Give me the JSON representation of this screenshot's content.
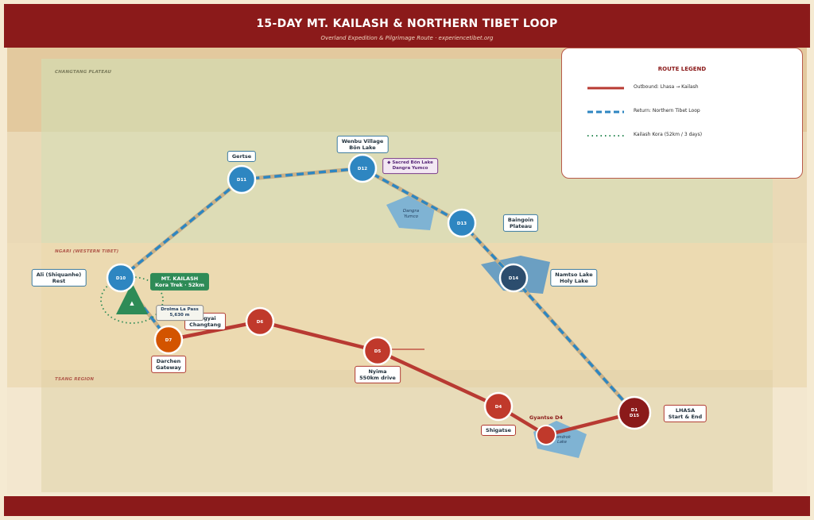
{
  "header": {
    "title": "15-DAY MT. KAILASH & NORTHERN TIBET LOOP",
    "subtitle": "Overland Expedition & Pilgrimage Route  ·  experiencetibet.org"
  },
  "regions": {
    "changtang": "CHANGTANG PLATEAU",
    "ngari": "NGARI (WESTERN TIBET)",
    "tsang": "TSANG REGION"
  },
  "legend": {
    "title": "ROUTE LEGEND",
    "outbound": "Outbound: Lhasa → Kailash",
    "return": "Return: Northern Tibet Loop",
    "kora": "Kailash Kora (52km / 3 days)"
  },
  "colors": {
    "outbound": "#b83a32",
    "return": "#2e86c1",
    "kora": "#2e8b57",
    "header": "#8b1a1a"
  },
  "lakes": {
    "dangra": "Dangra Yumco",
    "yamdrok": "Yamdrok Lake"
  },
  "stops": {
    "d1": "D1 D15",
    "d4": "D4",
    "gyantse_dot": "",
    "d5": "D5",
    "d6": "D6",
    "d7": "D7",
    "d10": "D10",
    "d11": "D11",
    "d12": "D12",
    "d13": "D13",
    "d14": "D14"
  },
  "labels": {
    "lhasa": "LHASA\nStart & End",
    "gyantse": "Gyantse  D4",
    "shigatse": "Shigatse",
    "nyima": "Nyima\n550km drive",
    "gegyai": "Ge'gyai\nChangtang",
    "darchen": "Darchen\nGateway",
    "kailash": "MT. KAILASH\nKora Trek · 52km",
    "drolma": "Drolma La Pass\n5,630 m",
    "ali": "Ali (Shiquanhe)\nRest",
    "gertse": "Gertse",
    "wenbu": "Wenbu Village\nBön Lake",
    "sacred": "◆ Sacred Bön Lake\nDangra Yumco",
    "baingoin": "Baingoin\nPlateau",
    "namtso": "Namtso Lake\nHoly Lake"
  },
  "mountain_symbol": "▲"
}
